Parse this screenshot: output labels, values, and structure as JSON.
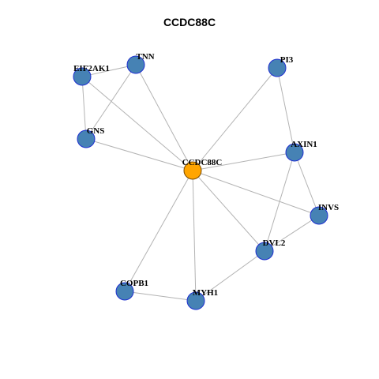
{
  "title": "CCDC88C",
  "colors": {
    "node": "#4682B4",
    "node_stroke": "#1E2FD0",
    "hub": "#FFA500",
    "hub_stroke": "#7A4A00",
    "edge": "#B3B3B3"
  },
  "nodes": [
    {
      "id": "CCDC88C",
      "label": "CCDC88C",
      "hub": true
    },
    {
      "id": "EIF2AK1",
      "label": "EIF2AK1",
      "hub": false
    },
    {
      "id": "TNN",
      "label": "TNN",
      "hub": false
    },
    {
      "id": "PI3",
      "label": "PI3",
      "hub": false
    },
    {
      "id": "GNS",
      "label": "GNS",
      "hub": false
    },
    {
      "id": "AXIN1",
      "label": "AXIN1",
      "hub": false
    },
    {
      "id": "INVS",
      "label": "INVS",
      "hub": false
    },
    {
      "id": "DVL2",
      "label": "DVL2",
      "hub": false
    },
    {
      "id": "COPB1",
      "label": "COPB1",
      "hub": false
    },
    {
      "id": "MYH1",
      "label": "MYH1",
      "hub": false
    }
  ],
  "edges": [
    [
      "EIF2AK1",
      "TNN"
    ],
    [
      "EIF2AK1",
      "GNS"
    ],
    [
      "EIF2AK1",
      "CCDC88C"
    ],
    [
      "TNN",
      "GNS"
    ],
    [
      "TNN",
      "CCDC88C"
    ],
    [
      "PI3",
      "CCDC88C"
    ],
    [
      "PI3",
      "AXIN1"
    ],
    [
      "GNS",
      "CCDC88C"
    ],
    [
      "AXIN1",
      "CCDC88C"
    ],
    [
      "AXIN1",
      "INVS"
    ],
    [
      "AXIN1",
      "DVL2"
    ],
    [
      "INVS",
      "CCDC88C"
    ],
    [
      "INVS",
      "DVL2"
    ],
    [
      "DVL2",
      "CCDC88C"
    ],
    [
      "DVL2",
      "MYH1"
    ],
    [
      "COPB1",
      "CCDC88C"
    ],
    [
      "COPB1",
      "MYH1"
    ],
    [
      "MYH1",
      "CCDC88C"
    ]
  ]
}
